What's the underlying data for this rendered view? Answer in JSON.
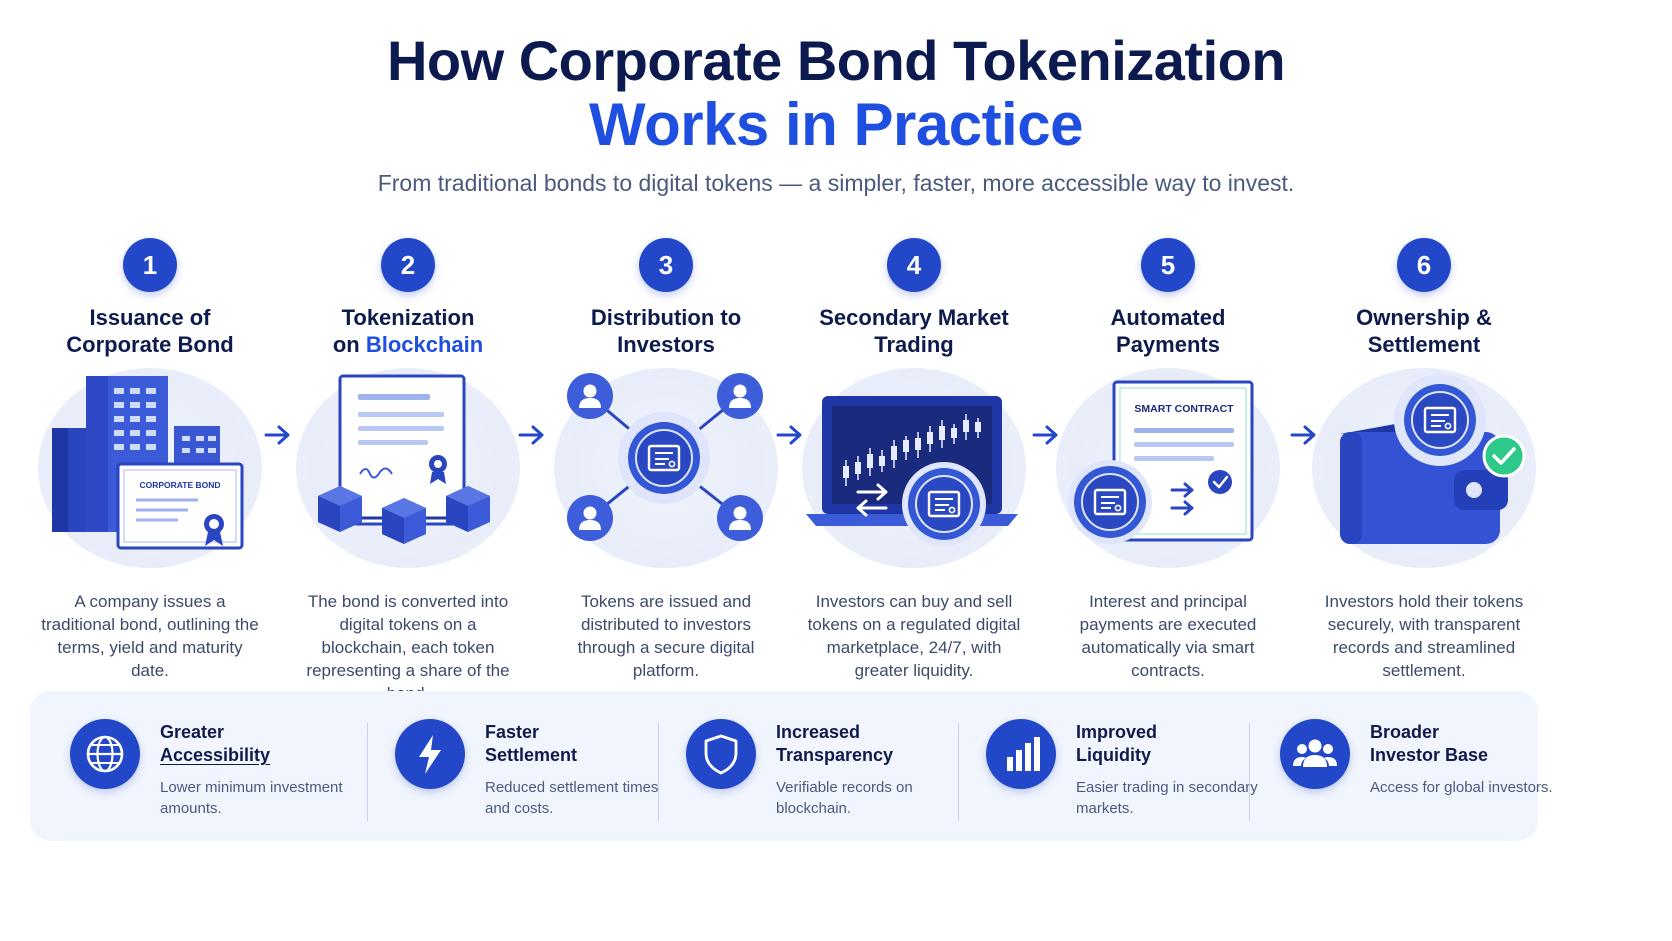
{
  "title": {
    "line1": "How Corporate Bond Tokenization",
    "line2": "Works in Practice"
  },
  "subtitle": "From traditional bonds to digital tokens — a simpler, faster, more accessible way to invest.",
  "steps": [
    {
      "number": "1",
      "title_line1": "Issuance of",
      "title_line2": "Corporate Bond",
      "illustration_label": "CORPORATE BOND",
      "icon": "office-building-icon",
      "description": "A company issues a traditional bond, outlining the terms, yield and maturity date."
    },
    {
      "number": "2",
      "title_line1": "Tokenization",
      "title_line2_prefix": "on ",
      "title_line2_accent": "Blockchain",
      "icon": "bond-certificate-blockchain-icon",
      "description": "The bond is converted into digital tokens on a blockchain, each token representing a share of the bond."
    },
    {
      "number": "3",
      "title_line1": "Distribution to",
      "title_line2": "Investors",
      "icon": "token-network-icon",
      "description": "Tokens are issued and distributed to investors through a secure digital platform."
    },
    {
      "number": "4",
      "title_line1": "Secondary Market",
      "title_line2": "Trading",
      "icon": "laptop-trading-chart-icon",
      "description": "Investors can buy and sell tokens on a regulated digital marketplace, 24/7, with greater liquidity."
    },
    {
      "number": "5",
      "title_line1": "Automated",
      "title_line2": "Payments",
      "illustration_label": "SMART CONTRACT",
      "icon": "smart-contract-icon",
      "description": "Interest and principal payments are executed automatically via smart contracts."
    },
    {
      "number": "6",
      "title_line1": "Ownership &",
      "title_line2": "Settlement",
      "icon": "digital-wallet-icon",
      "description": "Investors hold their tokens securely, with transparent records and streamlined settlement."
    }
  ],
  "benefits": [
    {
      "title_line1": "Greater",
      "title_line2": "Accessibility",
      "description": "Lower minimum investment amounts.",
      "icon": "globe-icon"
    },
    {
      "title_line1": "Faster",
      "title_line2": "Settlement",
      "description": "Reduced settlement times and costs.",
      "icon": "lightning-bolt-icon"
    },
    {
      "title_line1": "Increased",
      "title_line2": "Transparency",
      "description": "Verifiable records on blockchain.",
      "icon": "shield-icon"
    },
    {
      "title_line1": "Improved",
      "title_line2": "Liquidity",
      "description": "Easier trading in secondary markets.",
      "icon": "bar-chart-icon"
    },
    {
      "title_line1": "Broader",
      "title_line2": "Investor Base",
      "description": "Access for global investors.",
      "icon": "users-group-icon"
    }
  ],
  "colors": {
    "primary": "#2347c9",
    "accent": "#1f4fe0",
    "navy": "#0c1a4f",
    "success": "#2ec98a",
    "panel": "#f1f5fd"
  }
}
